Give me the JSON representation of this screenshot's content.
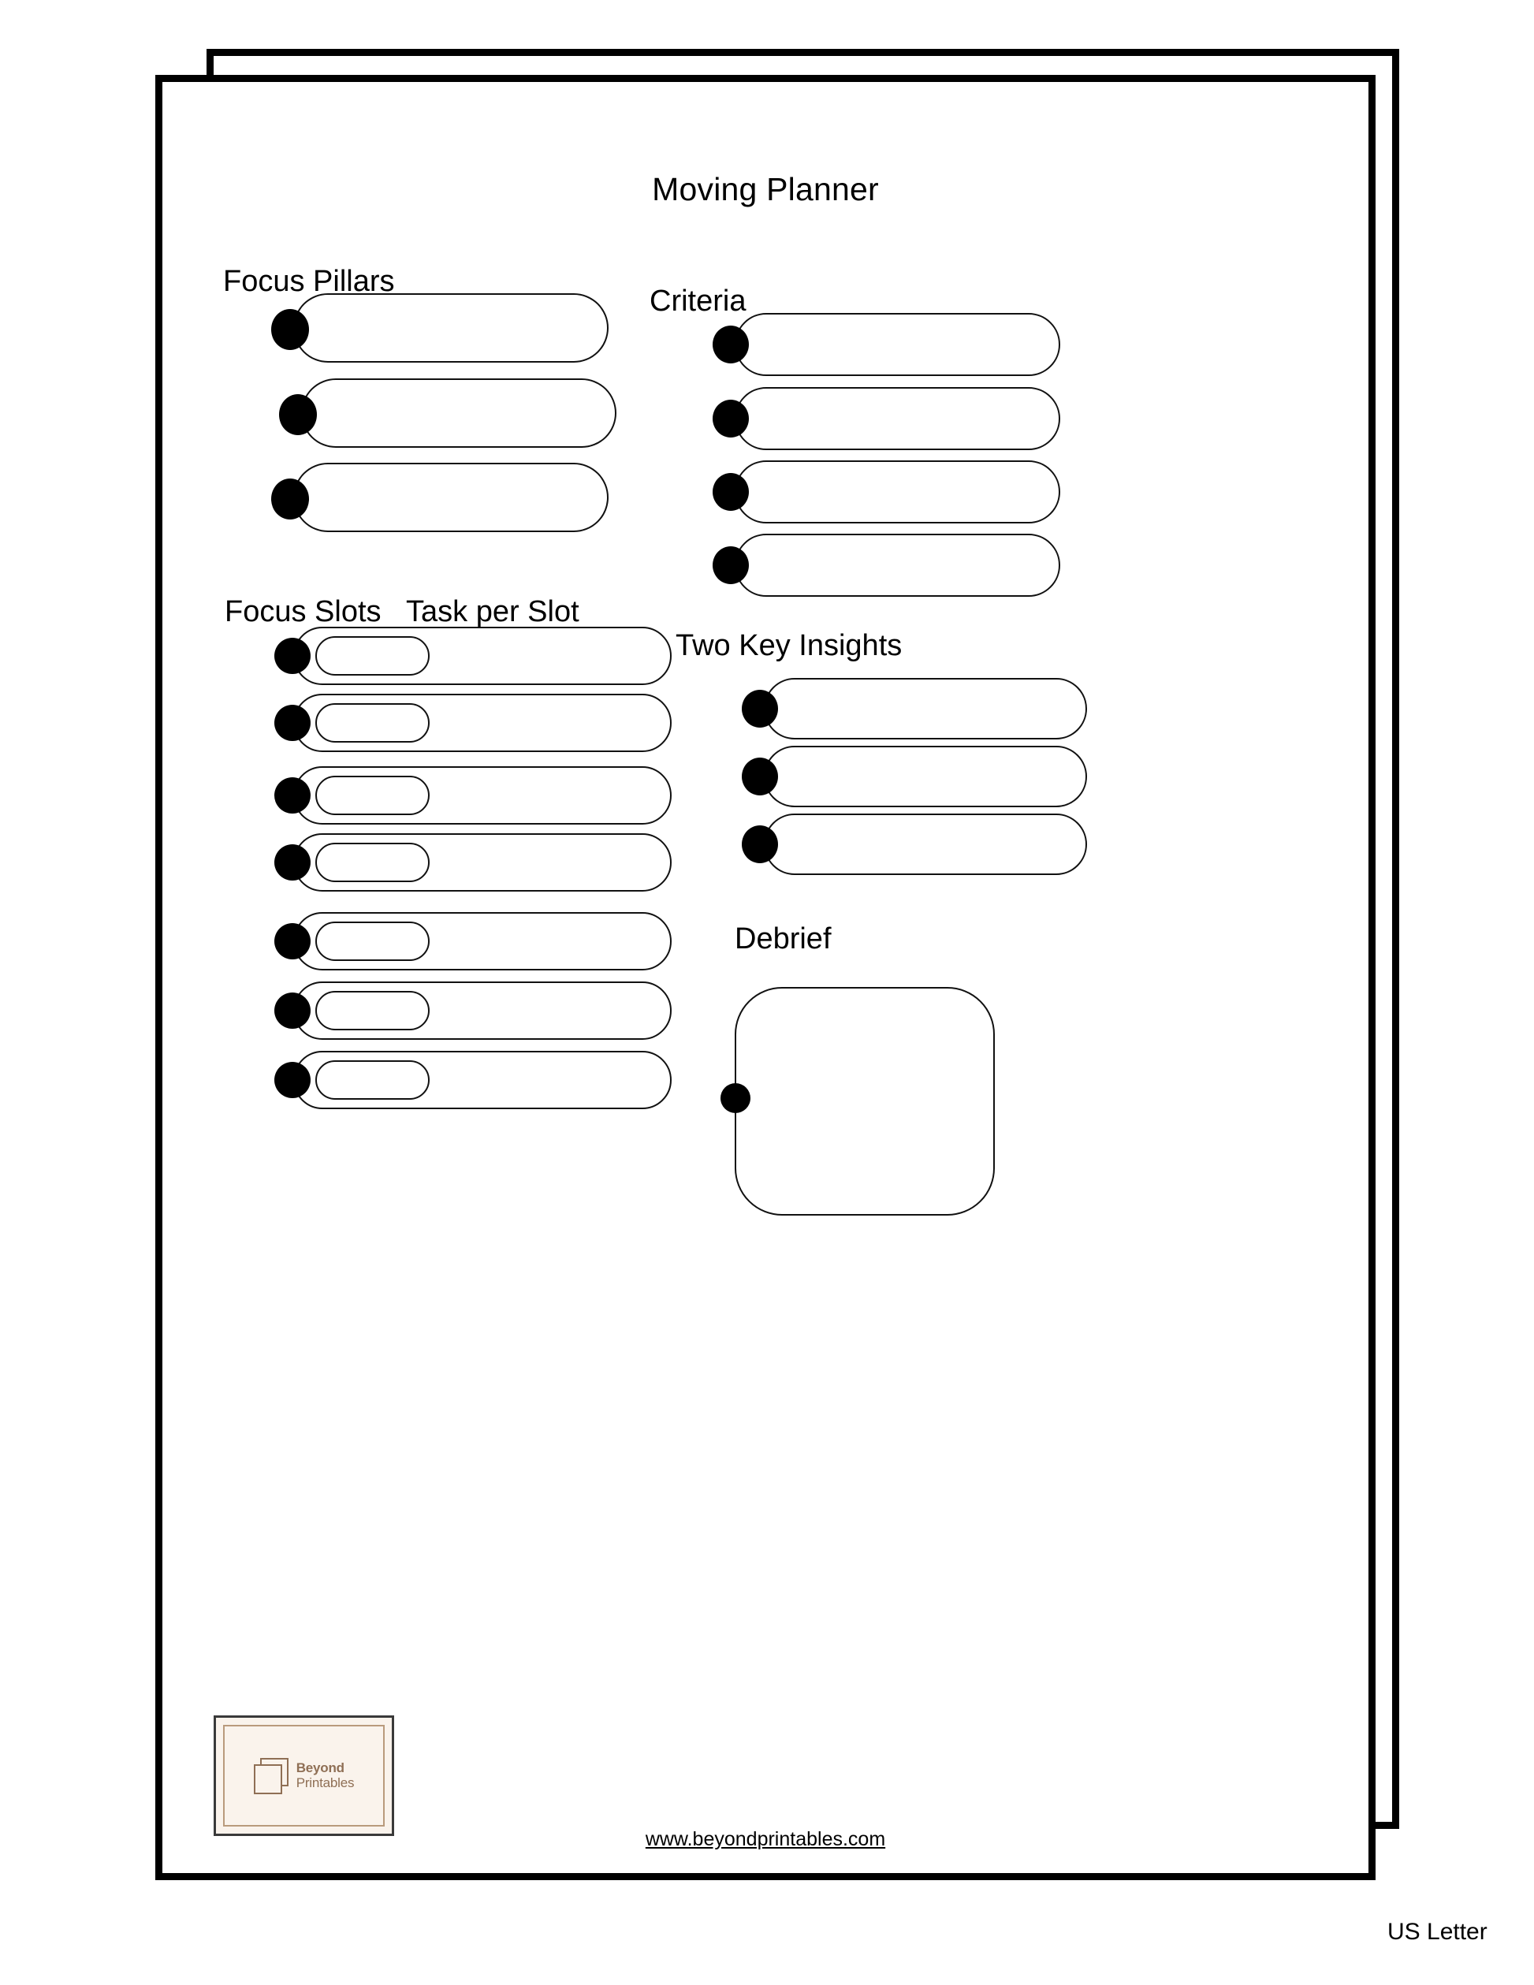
{
  "page": {
    "title": "Moving Planner",
    "paper_size_label": "US Letter",
    "site_url": "www.beyondprintables.com",
    "ink_color": "#000000",
    "paper_color": "#ffffff"
  },
  "brand": {
    "name_line1": "Beyond",
    "name_line2": "Printables",
    "logo_background": "#faf3ec",
    "logo_accent": "#8f6f55",
    "mark_icon": "stacked-pages-icon"
  },
  "sections": {
    "focus_pillars": {
      "heading": "Focus Pillars",
      "rows": [
        {
          "bullet": "●",
          "value": ""
        },
        {
          "bullet": "●",
          "value": ""
        },
        {
          "bullet": "●",
          "value": ""
        }
      ]
    },
    "criteria": {
      "heading": "Criteria",
      "rows": [
        {
          "bullet": "●",
          "value": ""
        },
        {
          "bullet": "●",
          "value": ""
        },
        {
          "bullet": "●",
          "value": ""
        },
        {
          "bullet": "●",
          "value": ""
        }
      ]
    },
    "focus_slots": {
      "heading_slots": "Focus Slots",
      "heading_tasks": "Task per Slot",
      "rows": [
        {
          "bullet": "●",
          "slot": "",
          "task": ""
        },
        {
          "bullet": "●",
          "slot": "",
          "task": ""
        },
        {
          "bullet": "●",
          "slot": "",
          "task": ""
        },
        {
          "bullet": "●",
          "slot": "",
          "task": ""
        },
        {
          "bullet": "●",
          "slot": "",
          "task": ""
        },
        {
          "bullet": "●",
          "slot": "",
          "task": ""
        },
        {
          "bullet": "●",
          "slot": "",
          "task": ""
        }
      ]
    },
    "two_key_insights": {
      "heading": "Two Key Insights",
      "rows": [
        {
          "bullet": "●",
          "value": ""
        },
        {
          "bullet": "●",
          "value": ""
        },
        {
          "bullet": "●",
          "value": ""
        }
      ]
    },
    "debrief": {
      "heading": "Debrief",
      "bullet": "●",
      "value": ""
    }
  }
}
